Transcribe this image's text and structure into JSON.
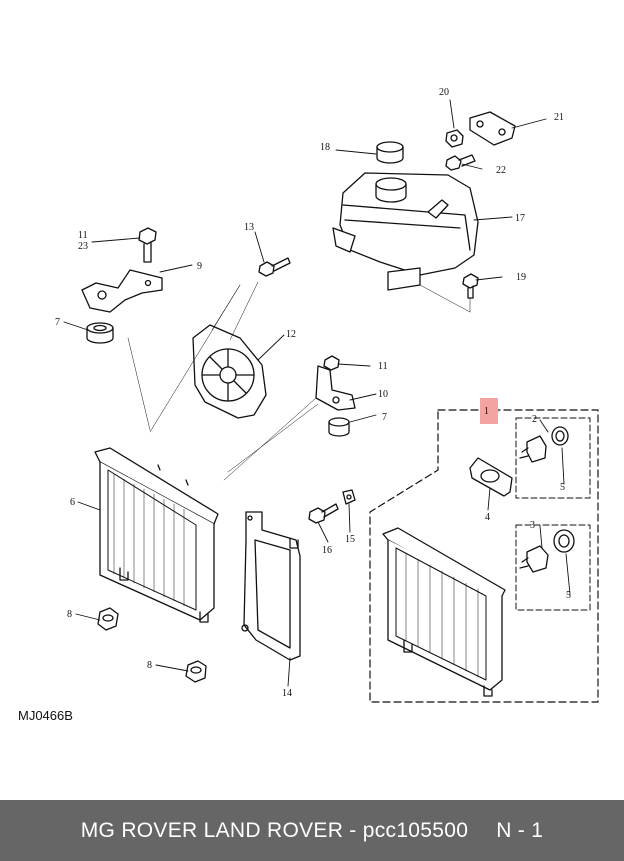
{
  "diagram": {
    "callouts": {
      "c1": "1",
      "c2": "2",
      "c3": "3",
      "c4": "4",
      "c5a": "5",
      "c5b": "5",
      "c6": "6",
      "c7a": "7",
      "c7b": "7",
      "c8a": "8",
      "c8b": "8",
      "c9": "9",
      "c10": "10",
      "c11a": "11",
      "c11b": "11",
      "c12": "12",
      "c13": "13",
      "c14": "14",
      "c15": "15",
      "c16": "16",
      "c17": "17",
      "c18": "18",
      "c19": "19",
      "c20": "20",
      "c21": "21",
      "c22": "22",
      "c23": "23"
    },
    "highlight_color": "#f4a3a3",
    "code": "MJ0466B"
  },
  "footer": {
    "brand": "MG ROVER LAND ROVER - pcc105500",
    "page": "N - 1"
  }
}
